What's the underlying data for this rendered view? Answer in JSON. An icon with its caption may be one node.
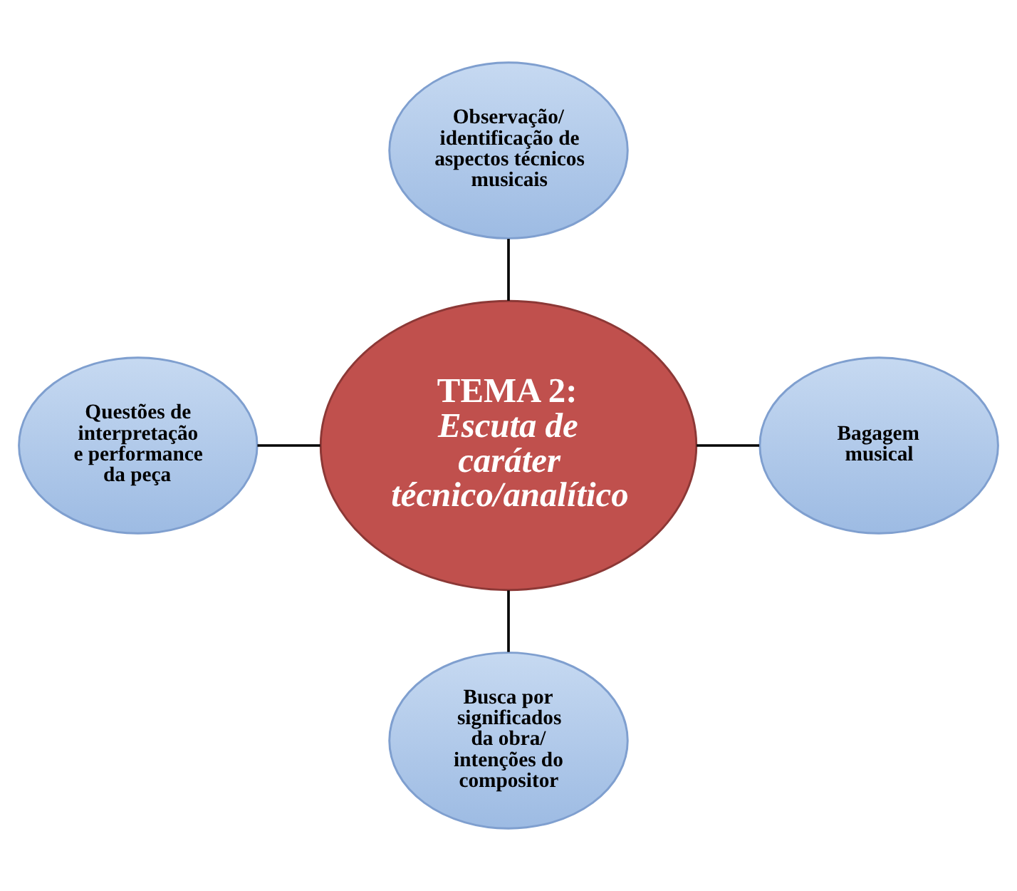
{
  "diagram": {
    "nodes": [
      {
        "text": [
          "Observação/ identificação de aspectos técnicos musicais"
        ]
      },
      {
        "text": [
          "Questões de interpretação e performance da peça"
        ]
      },
      {
        "text": [
          "TEMA 2:",
          "Escuta de caráter técnico/analítico"
        ]
      },
      {
        "text": [
          "Bagagem musical"
        ]
      },
      {
        "text": [
          "Busca por significados da obra/ intenções do compositor"
        ]
      }
    ],
    "edges": [
      {
        "from": 0,
        "to": 2,
        "arrow": "none"
      },
      {
        "from": 1,
        "to": 2,
        "arrow": "none"
      },
      {
        "from": 2,
        "to": 3,
        "arrow": "none"
      },
      {
        "from": 2,
        "to": 4,
        "arrow": "none"
      }
    ]
  }
}
